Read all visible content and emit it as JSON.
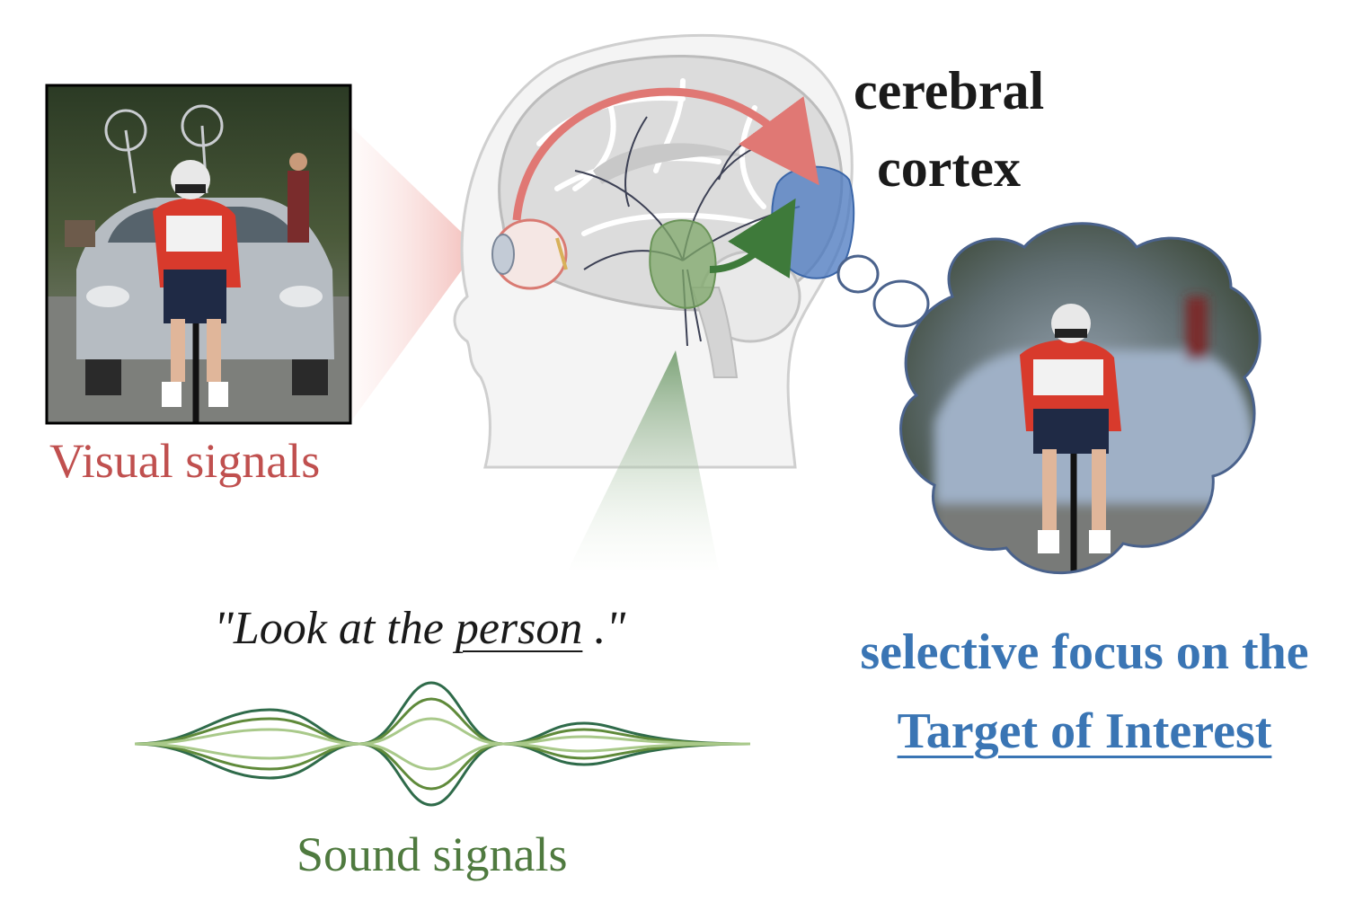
{
  "labels": {
    "visual": "Visual signals",
    "cortex_line1": "cerebral",
    "cortex_line2": "cortex",
    "quote_open": "\"Look at the ",
    "quote_target": "person",
    "quote_close": " .\"",
    "focus_line1": "selective focus on the",
    "focus_line2": "Target of Interest",
    "sound": "Sound signals"
  },
  "colors": {
    "visual": "#c0504f",
    "sound": "#4f7a3f",
    "focus": "#3a75b4",
    "cortex_region": "#4a78c0",
    "thalamus_region": "#7fa86a"
  },
  "icons": {
    "brain": "head-brain-icon",
    "eye": "eye-icon",
    "thought_bubble": "thought-bubble-icon",
    "sound_wave": "sound-wave-icon"
  }
}
